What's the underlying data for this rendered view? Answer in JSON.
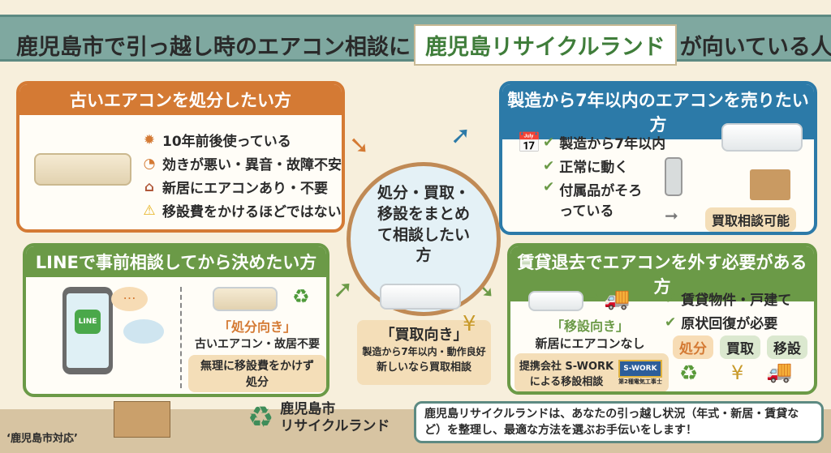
{
  "title": {
    "before": "鹿児島市で引っ越し時のエアコン相談に",
    "highlight": "鹿児島リサイクルランド",
    "after": "が向いている人"
  },
  "box_old": {
    "header": "古いエアコンを処分したい方",
    "items": [
      {
        "icon": "gear-burst-icon",
        "text": "10年前後使っている"
      },
      {
        "icon": "gauge-icon",
        "text": "効きが悪い・異音・故障不安"
      },
      {
        "icon": "house-icon",
        "text": "新居にエアコンあり・不要"
      },
      {
        "icon": "warning-icon",
        "text": "移設費をかけるほどではない"
      }
    ]
  },
  "box_line": {
    "header": "LINEで事前相談してから決めたい方",
    "line_logo": "LINE",
    "tag": "「処分向き」",
    "desc": "古いエアコン・故居不要",
    "note": "無理に移設費をかけず処分"
  },
  "center": {
    "text": "処分・買取・移設をまとめて相談したい方",
    "tag": "「買取向き」",
    "desc": "製造から7年以内・動作良好",
    "desc2": "新しいなら買取相談"
  },
  "box_sell": {
    "header": "製造から7年以内のエアコンを売りたい方",
    "items": [
      "製造から7年以内",
      "正常に動く",
      "付属品がそろっている"
    ],
    "result": "買取相談可能"
  },
  "box_rental": {
    "header": "賃貸退去でエアコンを外す必要がある方",
    "tag": "「移設向き」",
    "desc": "新居にエアコンなし",
    "partner": "提携会社 S-WORK による移設相談",
    "partner_logo": "S-WORK",
    "partner_caption": "第2種電気工事士",
    "checks": [
      "賃貸物件・戸建て",
      "原状回復が必要"
    ],
    "options": [
      "処分",
      "買取",
      "移設"
    ]
  },
  "logo": {
    "line1": "鹿児島市",
    "line2": "リサイクルランド"
  },
  "message": "鹿児島リサイクルランドは、あなたの引っ越し状況（年式・新居・賃貸など）を整理し、最適な方法を選ぶお手伝いをします！",
  "corner": "‘鹿児島市対応’",
  "colors": {
    "orange": "#d47a34",
    "green": "#6b9a47",
    "blue": "#2c7aa8",
    "teal": "#5d8a82"
  }
}
